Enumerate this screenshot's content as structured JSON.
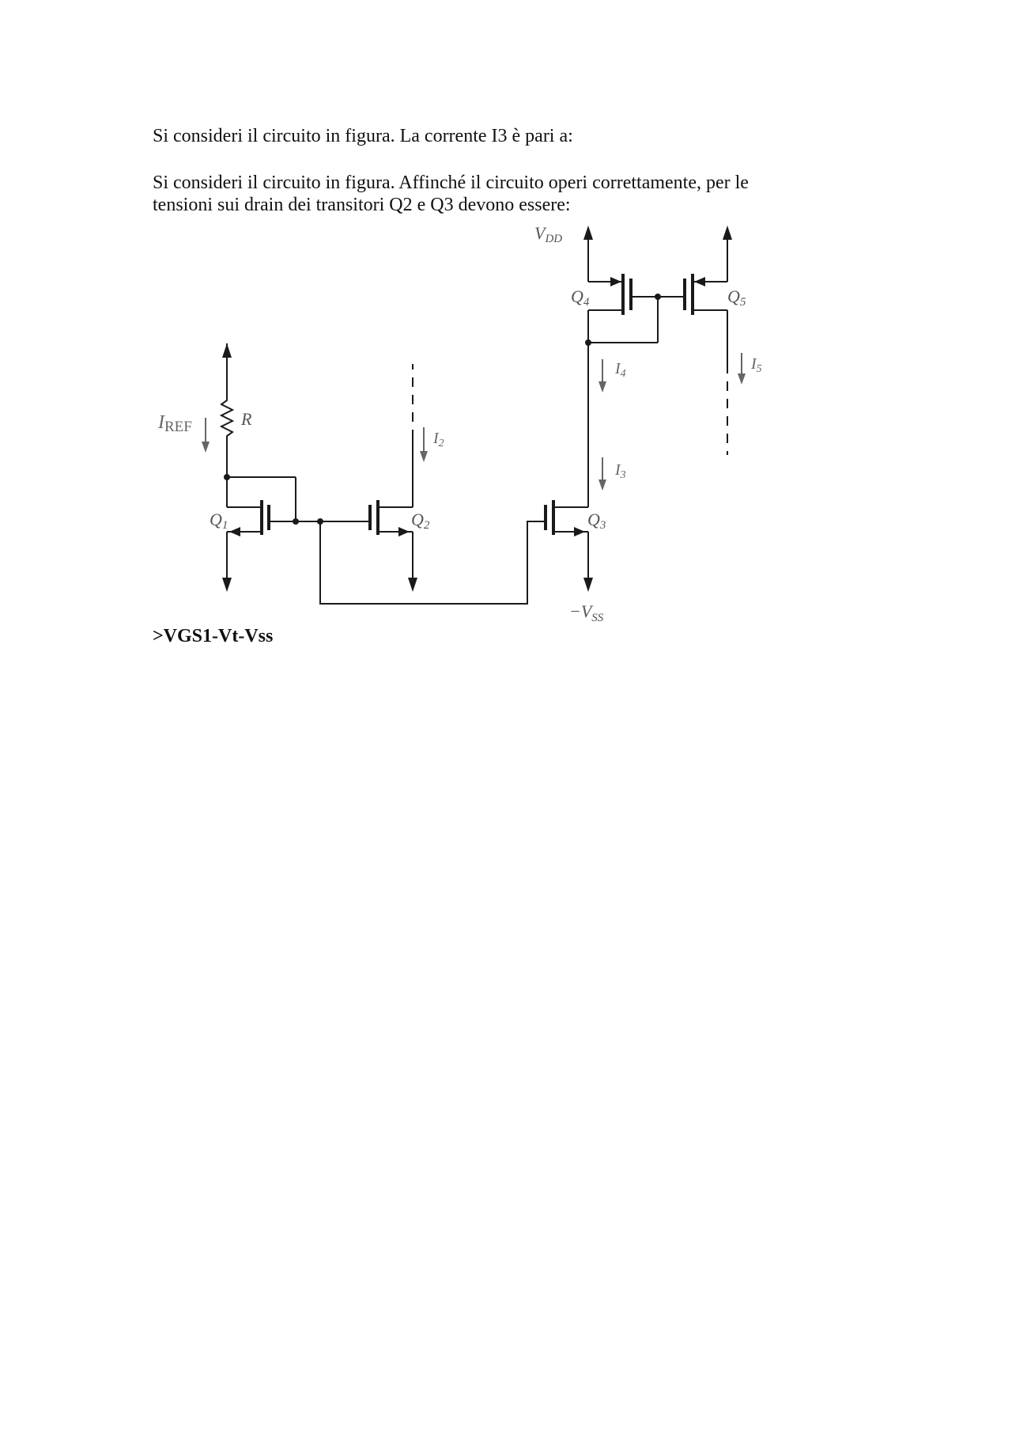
{
  "questions": {
    "q1": "Si consideri il circuito in figura. La corrente I3 è pari a:",
    "q2_line1": "Si consideri il circuito in figura. Affinché il circuito operi correttamente, per le",
    "q2_line2": "tensioni sui drain dei transitori Q2 e Q3 devono essere:"
  },
  "answer": ">VGS1-Vt-Vss",
  "circuit": {
    "labels": {
      "vdd_main": "V",
      "vdd_sub": "DD",
      "vss_main": "−V",
      "vss_sub": "SS",
      "iref_main": "I",
      "iref_sub": "REF",
      "r": "R",
      "q_main": "Q",
      "q1_sub": "1",
      "q2_sub": "2",
      "q3_sub": "3",
      "q4_sub": "4",
      "q5_sub": "5",
      "i_main": "I",
      "i2_sub": "2",
      "i3_sub": "3",
      "i4_sub": "4",
      "i5_sub": "5"
    }
  }
}
